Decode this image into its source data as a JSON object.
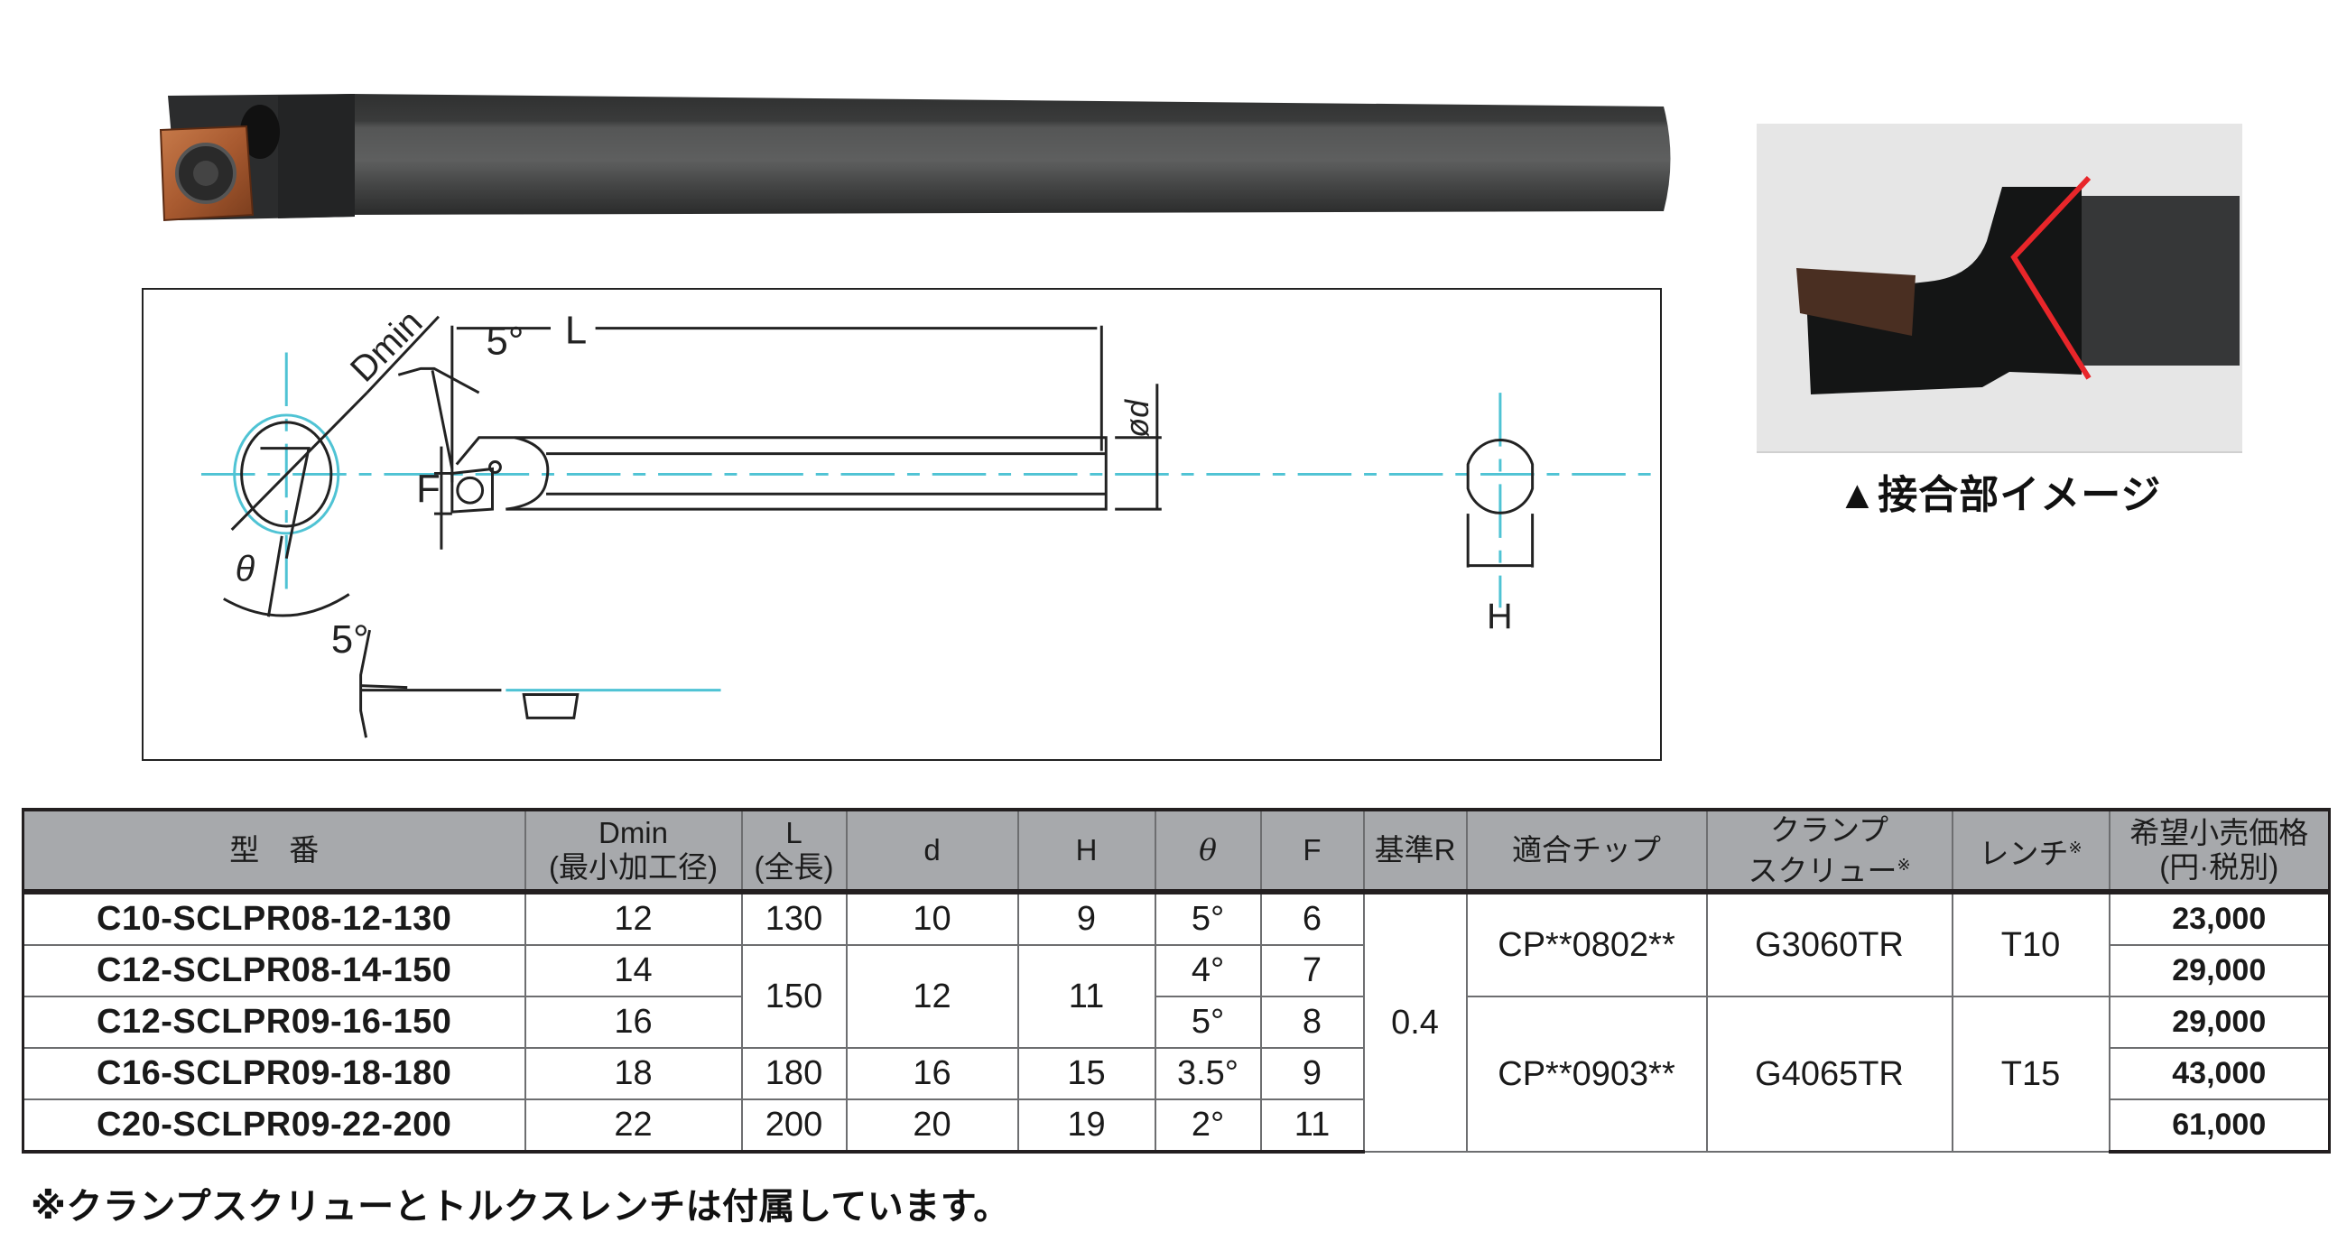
{
  "photo": {
    "joint_caption": "▲接合部イメージ"
  },
  "drawing": {
    "labels": {
      "L": "L",
      "angle_top": "5°",
      "angle_bottom": "5°",
      "Dmin": "Dmin",
      "theta": "θ",
      "F": "F",
      "phi_d": "ød",
      "H": "H"
    }
  },
  "table": {
    "headers": {
      "model": "型　番",
      "dmin_line1": "Dmin",
      "dmin_line2": "(最小加工径)",
      "l_line1": "L",
      "l_line2": "(全長)",
      "d": "d",
      "h": "H",
      "theta": "θ",
      "f": "F",
      "base_r": "基準R",
      "tip": "適合チップ",
      "screw_line1": "クランプ",
      "screw_line2": "スクリュー",
      "screw_mark": "※",
      "wrench": "レンチ",
      "wrench_mark": "※",
      "price_line1": "希望小売価格",
      "price_line2": "(円·税別)"
    },
    "rows": [
      {
        "model": "C10-SCLPR08-12-130",
        "dmin": "12",
        "L": "130",
        "d": "10",
        "H": "9",
        "theta": "5°",
        "F": "6",
        "price": "23,000"
      },
      {
        "model": "C12-SCLPR08-14-150",
        "dmin": "14",
        "L": "150",
        "d": "12",
        "H": "11",
        "theta": "4°",
        "F": "7",
        "price": "29,000"
      },
      {
        "model": "C12-SCLPR09-16-150",
        "dmin": "16",
        "theta": "5°",
        "F": "8",
        "price": "29,000"
      },
      {
        "model": "C16-SCLPR09-18-180",
        "dmin": "18",
        "L": "180",
        "d": "16",
        "H": "15",
        "theta": "3.5°",
        "F": "9",
        "price": "43,000"
      },
      {
        "model": "C20-SCLPR09-22-200",
        "dmin": "22",
        "L": "200",
        "d": "20",
        "H": "19",
        "theta": "2°",
        "F": "11",
        "price": "61,000"
      }
    ],
    "base_r": "0.4",
    "groups": [
      {
        "tip": "CP**0802**",
        "screw": "G3060TR",
        "wrench": "T10"
      },
      {
        "tip": "CP**0903**",
        "screw": "G4065TR",
        "wrench": "T15"
      }
    ]
  },
  "footnote": "※クランプスクリューとトルクスレンチは付属しています。",
  "colors": {
    "header_bg": "#a7a9ac",
    "centerline": "#4fc3d4",
    "insert": "#b5643a",
    "joint_marker": "#e8262a"
  }
}
